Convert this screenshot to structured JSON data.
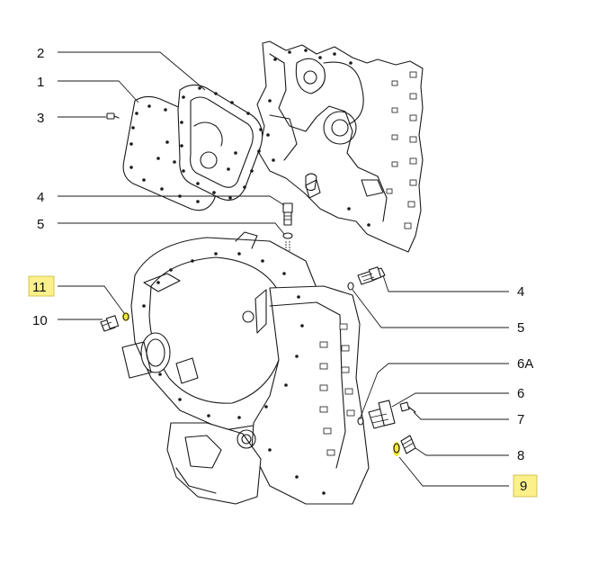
{
  "callouts": [
    {
      "id": "c2",
      "label": "2",
      "highlighted": false
    },
    {
      "id": "c1",
      "label": "1",
      "highlighted": false
    },
    {
      "id": "c3",
      "label": "3",
      "highlighted": false
    },
    {
      "id": "c4a",
      "label": "4",
      "highlighted": false
    },
    {
      "id": "c5a",
      "label": "5",
      "highlighted": false
    },
    {
      "id": "c11",
      "label": "11",
      "highlighted": true
    },
    {
      "id": "c10",
      "label": "10",
      "highlighted": false
    },
    {
      "id": "c4b",
      "label": "4",
      "highlighted": false
    },
    {
      "id": "c5b",
      "label": "5",
      "highlighted": false
    },
    {
      "id": "c6a",
      "label": "6A",
      "highlighted": false
    },
    {
      "id": "c6",
      "label": "6",
      "highlighted": false
    },
    {
      "id": "c7",
      "label": "7",
      "highlighted": false
    },
    {
      "id": "c8",
      "label": "8",
      "highlighted": false
    },
    {
      "id": "c9",
      "label": "9",
      "highlighted": true
    }
  ],
  "colors": {
    "highlight": "#fbf08a",
    "highlight_part": "#f4e83a",
    "ink": "#1a1a1a"
  }
}
